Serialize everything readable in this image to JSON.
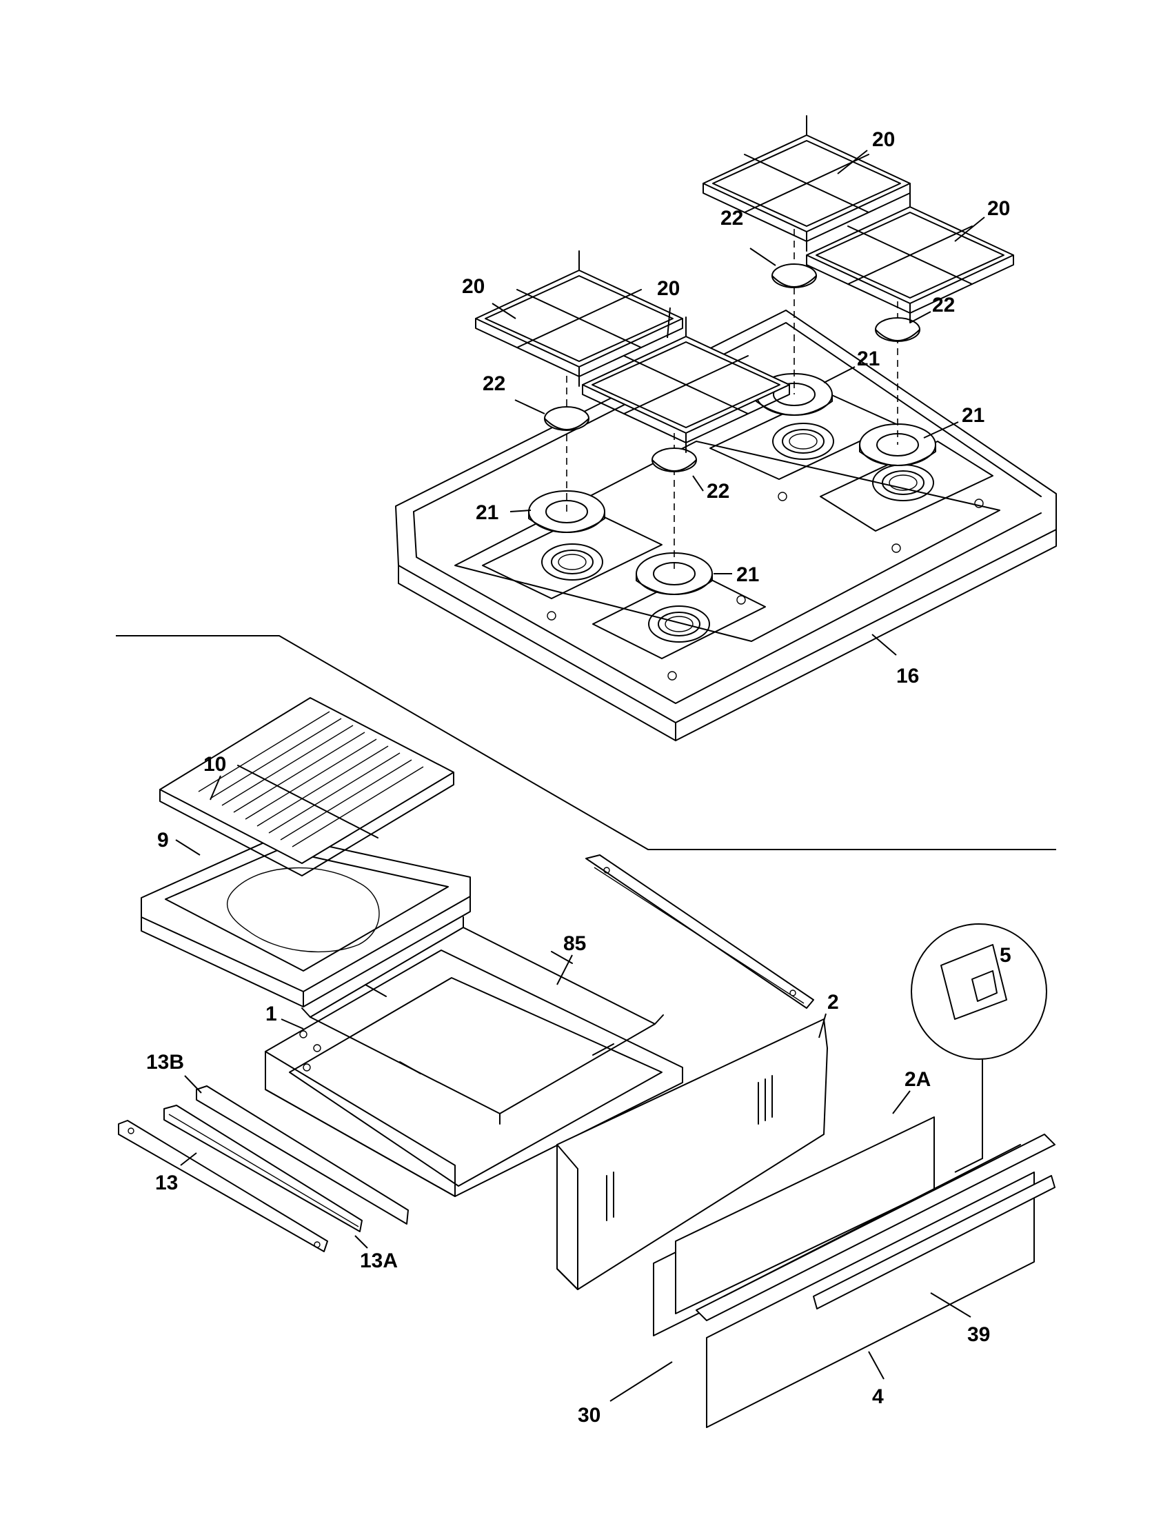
{
  "labels": {
    "p20": "20",
    "p21": "21",
    "p22": "22",
    "p16": "16",
    "p10": "10",
    "p9": "9",
    "p85": "85",
    "p1": "1",
    "p2": "2",
    "p2A": "2A",
    "p5": "5",
    "p13B": "13B",
    "p13": "13",
    "p13A": "13A",
    "p30": "30",
    "p39": "39",
    "p4": "4"
  }
}
